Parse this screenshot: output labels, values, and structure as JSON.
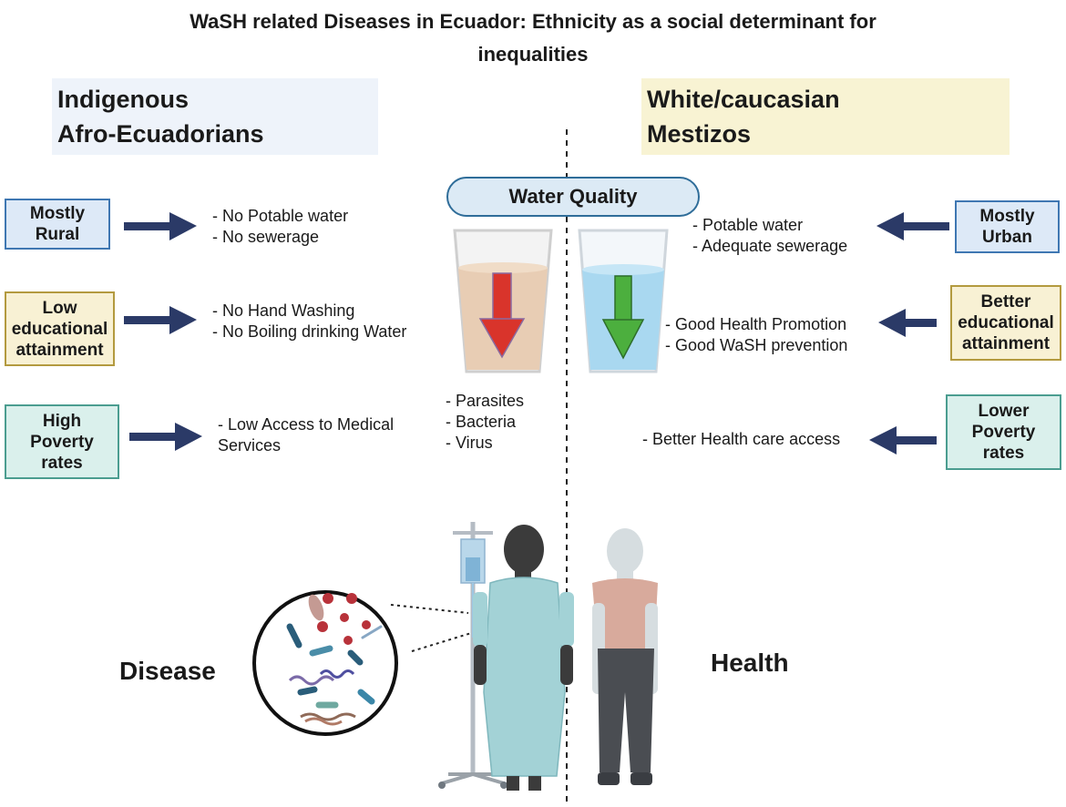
{
  "title": {
    "line1": "WaSH related Diseases in Ecuador: Ethnicity as a social determinant for",
    "line2": "inequalities"
  },
  "left_group": {
    "line1": "Indigenous",
    "line2": "Afro-Ecuadorians"
  },
  "right_group": {
    "line1": "White/caucasian",
    "line2": "Mestizos"
  },
  "water_quality": "Water Quality",
  "left_factors": [
    {
      "line1": "Mostly",
      "line2": "Rural",
      "line3": "",
      "effects": [
        "- No Potable water",
        "- No sewerage"
      ]
    },
    {
      "line1": "Low",
      "line2": "educational",
      "line3": "attainment",
      "effects": [
        "- No Hand Washing",
        "- No Boiling drinking  Water"
      ]
    },
    {
      "line1": "High",
      "line2": "Poverty",
      "line3": "rates",
      "effects": [
        "- Low Access to Medical",
        "Services"
      ]
    }
  ],
  "right_factors": [
    {
      "line1": "Mostly",
      "line2": "Urban",
      "line3": "",
      "effects": [
        "-  Potable water",
        "-  Adequate  sewerage"
      ]
    },
    {
      "line1": "Better",
      "line2": "educational",
      "line3": "attainment",
      "effects": [
        "-  Good Health Promotion",
        "- Good WaSH prevention"
      ]
    },
    {
      "line1": "Lower",
      "line2": "Poverty",
      "line3": "rates",
      "effects": [
        "- Better Health care access"
      ]
    }
  ],
  "pathogens": [
    "- Parasites",
    "- Bacteria",
    "- Virus"
  ],
  "disease_label": "Disease",
  "health_label": "Health",
  "colors": {
    "arrow": "#2b3a67",
    "down_arrow_dirty": "#d9342b",
    "down_arrow_clean": "#4caf3e",
    "dirty_water": "#e8cdb4",
    "clean_water": "#a9d8f0"
  }
}
